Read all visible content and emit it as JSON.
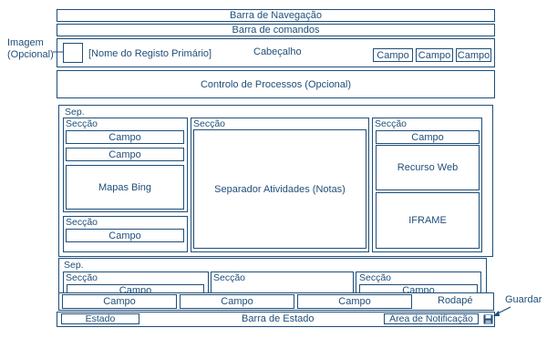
{
  "nav_bar": "Barra de Navegação",
  "command_bar": "Barra de comandos",
  "image_label_line1": "Imagem",
  "image_label_line2": "(Opcional)",
  "record_name": "[Nome do Registo Primário]",
  "header": {
    "title": "Cabeçalho",
    "fields": [
      "Campo",
      "Campo",
      "Campo"
    ]
  },
  "process_control": "Controlo de Processos (Opcional)",
  "tab1": {
    "label": "Sep.",
    "section_left_top": {
      "label": "Secção",
      "field1": "Campo",
      "field2": "Campo",
      "map": "Mapas Bing"
    },
    "section_left_bottom": {
      "label": "Secção",
      "field": "Campo"
    },
    "section_middle": {
      "label": "Secção",
      "activities": "Separador Atividades (Notas)"
    },
    "section_right": {
      "label": "Secção",
      "field": "Campo",
      "web_resource": "Recurso Web",
      "iframe": "IFRAME"
    }
  },
  "tab2": {
    "label": "Sep.",
    "section_1": {
      "label": "Secção",
      "field": "Campo"
    },
    "section_2": {
      "label": "Secção"
    },
    "section_3": {
      "label": "Secção",
      "field": "Campo"
    }
  },
  "footer": {
    "fields": [
      "Campo",
      "Campo",
      "Campo"
    ],
    "label": "Rodapé"
  },
  "save_label": "Guardar",
  "status_bar": {
    "state": "Estado",
    "title": "Barra de Estado",
    "notification_area": "Área de Notificação"
  }
}
